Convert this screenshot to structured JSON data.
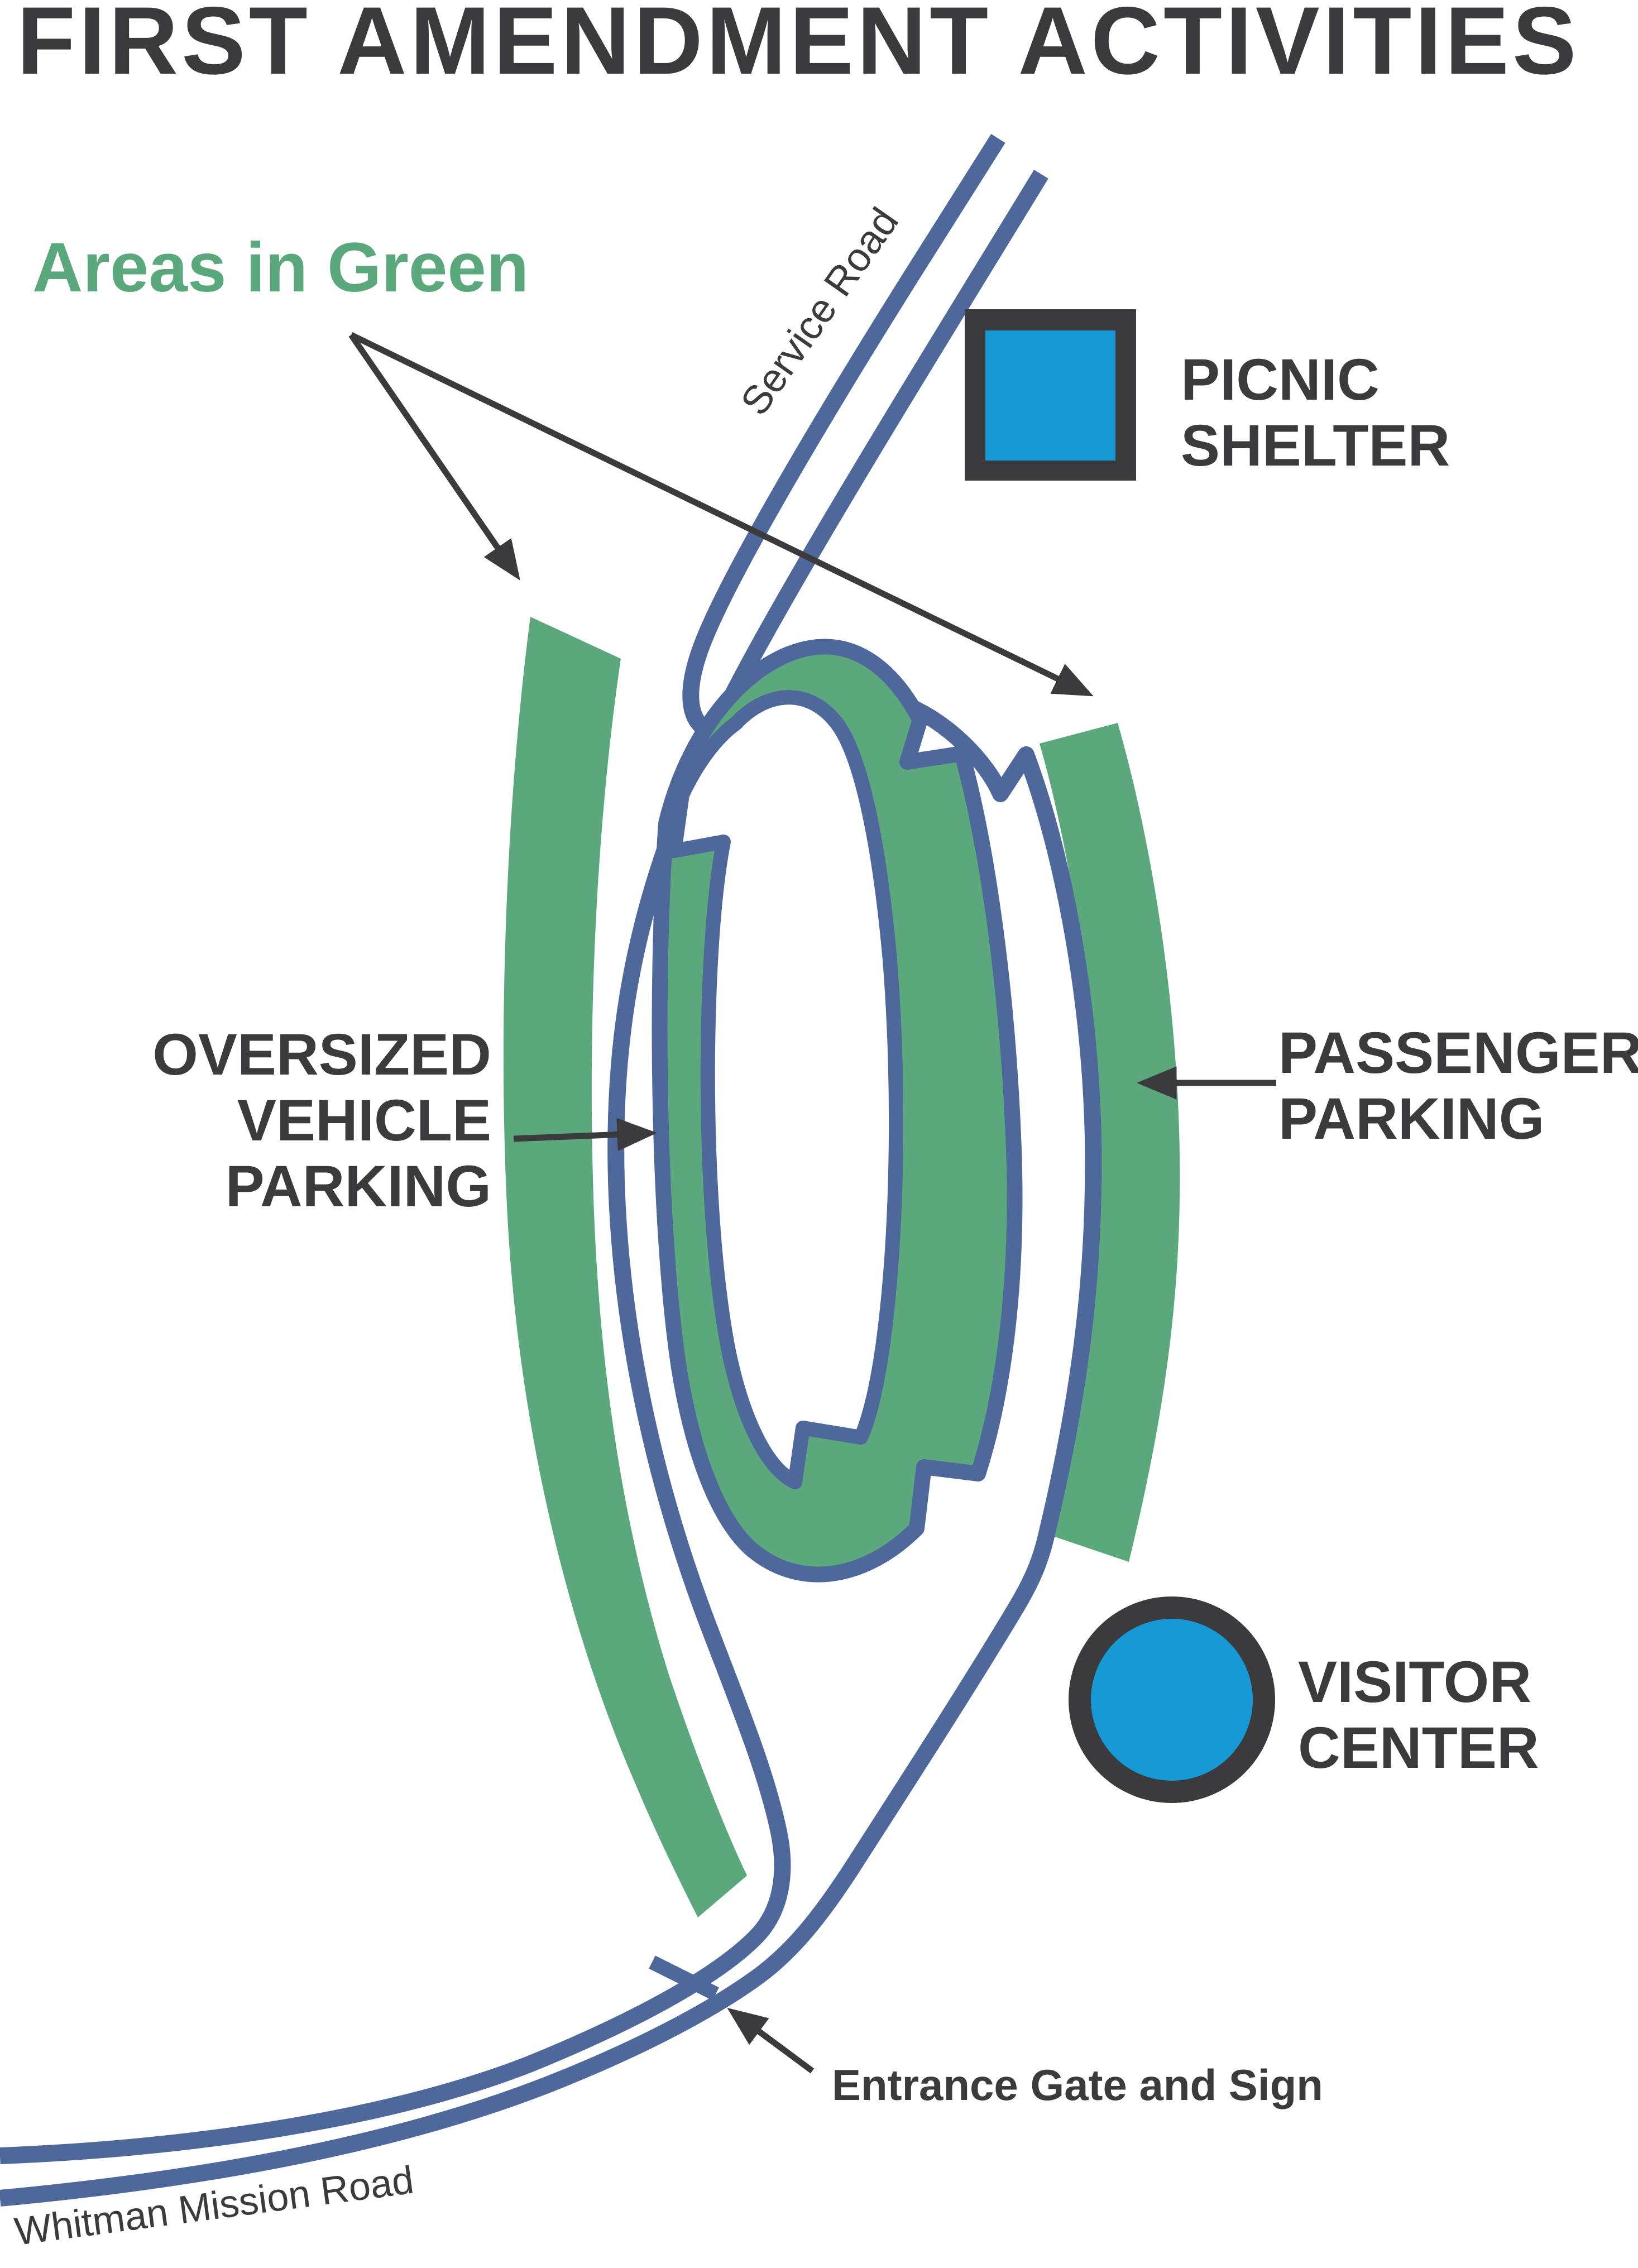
{
  "title": "FIRST AMENDMENT ACTIVITIES",
  "subtitle": "Areas in Green",
  "colors": {
    "green": "#5AA87B",
    "road": "#4E689B",
    "dark": "#3B3B3D",
    "icon_fill": "#1799D6"
  },
  "roads": {
    "service": "Service Road",
    "whitman": "Whitman Mission Road"
  },
  "areas": {
    "oversized": {
      "lines": [
        "OVERSIZED",
        "VEHICLE",
        "PARKING"
      ]
    },
    "passenger": {
      "lines": [
        "PASSENGER",
        "PARKING"
      ]
    }
  },
  "legend": {
    "picnic": {
      "symbol": "square",
      "fill": "#1799D6",
      "border": "#3B3B3D",
      "lines": [
        "PICNIC",
        "SHELTER"
      ]
    },
    "visitor": {
      "symbol": "circle",
      "fill": "#1799D6",
      "border": "#3B3B3D",
      "lines": [
        "VISITOR",
        "CENTER"
      ]
    }
  },
  "annotations": {
    "entrance": "Entrance Gate and Sign"
  }
}
